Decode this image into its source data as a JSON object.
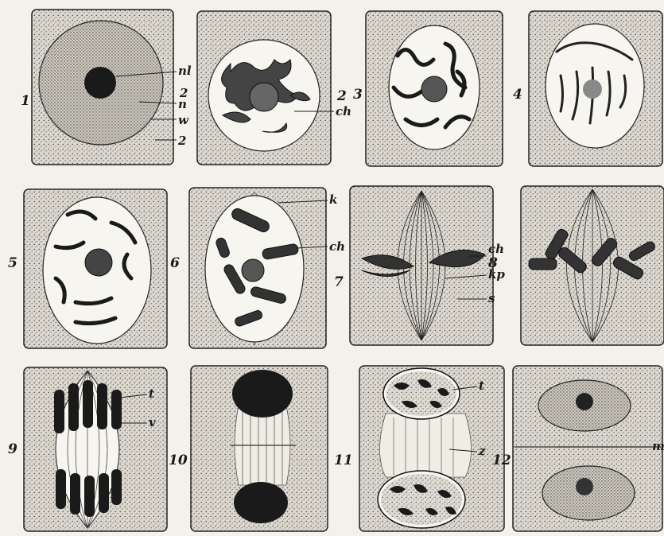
{
  "figure_numbers": [
    "1",
    "2",
    "3",
    "4",
    "5",
    "6",
    "7",
    "8",
    "9",
    "10",
    "11",
    "12"
  ],
  "annotations": {
    "nl": "nl",
    "n": "n",
    "w": "w",
    "two_a": "2",
    "two_b": "2",
    "ch_2": "ch",
    "k": "k",
    "ch_6": "ch",
    "ch_7": "ch",
    "kp": "kp",
    "s": "s",
    "t_9": "t",
    "v": "v",
    "t_11": "t",
    "z": "z",
    "m": "m"
  },
  "colors": {
    "ink": "#1a1a1a",
    "paper": "#f4f1ea",
    "cell": "#d9d5cc",
    "nucleus": "#f7f5ef"
  }
}
